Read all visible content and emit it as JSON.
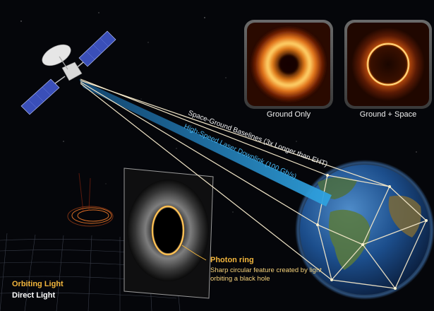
{
  "panels": {
    "ground_only": {
      "label": "Ground Only"
    },
    "ground_space": {
      "label": "Ground + Space"
    }
  },
  "links": {
    "baselines_label": "Space-Ground Baselines (3x Longer than EHT)",
    "laser_label": "High-Speed Laser Downlink (100 Gb/s)"
  },
  "photon_ring": {
    "title": "Photon ring",
    "description": "Sharp circular feature created by light orbiting a black hole"
  },
  "legend": {
    "orbiting": "Orbiting Light",
    "direct": "Direct Light"
  },
  "colors": {
    "background": "#05060a",
    "orbit_accent": "#f3b63c",
    "laser": "#2fa3e0",
    "baseline": "#f2e6c8",
    "solar_panel": "#3a4fb8"
  }
}
